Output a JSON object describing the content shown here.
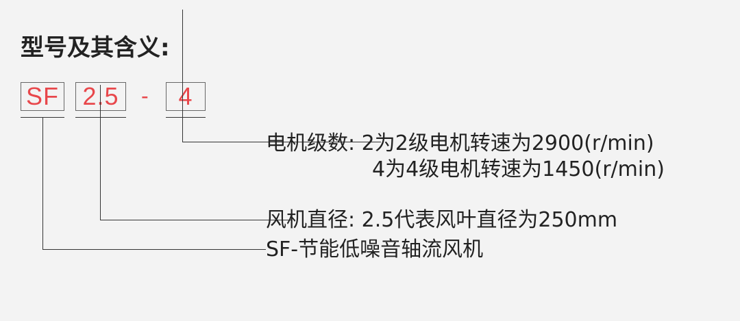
{
  "title": "型号及其含义:",
  "model_code": {
    "part1": "SF",
    "part2": "2.5",
    "separator": "-",
    "part3": "4"
  },
  "descriptions": {
    "motor_pole_line1": "电机级数: 2为2级电机转速为2900(r/min)",
    "motor_pole_line2": "4为4级电机转速为1450(r/min)",
    "fan_diameter": "风机直径: 2.5代表风叶直径为250mm",
    "series": "SF-节能低噪音轴流风机"
  },
  "colors": {
    "code_text": "#e8474b",
    "lines": "#333333",
    "background": "#f3f3f3"
  }
}
